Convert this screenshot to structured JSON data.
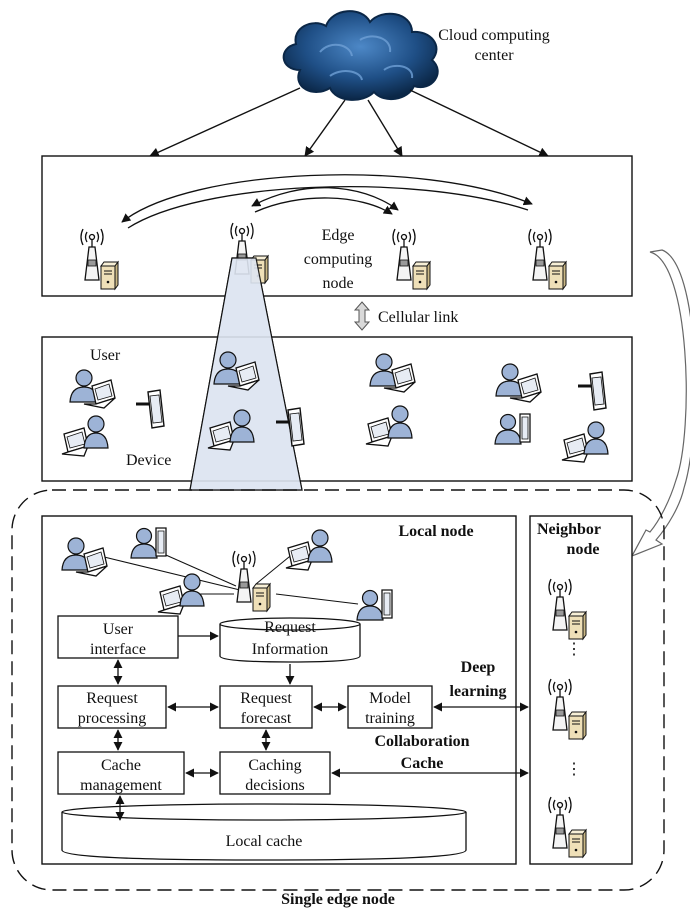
{
  "labels": {
    "cloud": [
      "Cloud computing",
      "center"
    ],
    "edge_node": [
      "Edge",
      "computing",
      "node"
    ],
    "cellular_link": "Cellular link",
    "user": "User",
    "device": "Device",
    "local_node": "Local node",
    "neighbor_node": [
      "Neighbor",
      "node"
    ],
    "user_interface": [
      "User",
      "interface"
    ],
    "request_information": [
      "Request",
      "Information"
    ],
    "request_processing": [
      "Request",
      "processing"
    ],
    "request_forecast": [
      "Request",
      "forecast"
    ],
    "model_training": [
      "Model",
      "training"
    ],
    "deep_learning": [
      "Deep",
      "learning"
    ],
    "collaboration_cache": [
      "Collaboration",
      "Cache"
    ],
    "cache_management": [
      "Cache",
      "management"
    ],
    "caching_decisions": [
      "Caching",
      "decisions"
    ],
    "local_cache": "Local cache",
    "single_edge_node": "Single edge node",
    "dots": "⋮"
  },
  "colors": {
    "cloud_dark": "#0f2f5a",
    "cloud_light": "#3f78b5",
    "beam": "#dfe6f2",
    "user_fill": "#9db3d6",
    "server_fill": "#efe0b8"
  }
}
